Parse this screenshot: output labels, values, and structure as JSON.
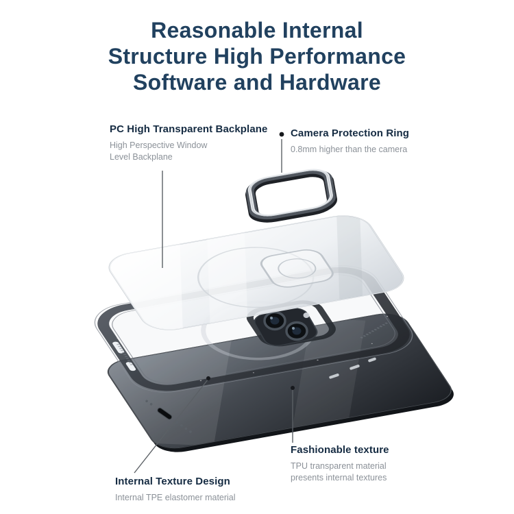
{
  "title": {
    "line1": "Reasonable Internal",
    "line2": "Structure High Performance",
    "line3": "Software and Hardware"
  },
  "annotations": {
    "backplane": {
      "heading": "PC High Transparent Backplane",
      "sub_line1": "High Perspective Window",
      "sub_line2": "Level Backplane"
    },
    "camera_ring": {
      "heading": "Camera Protection Ring",
      "sub": "0.8mm higher than the camera"
    },
    "fashionable": {
      "heading": "Fashionable texture",
      "sub_line1": "TPU transparent material",
      "sub_line2": "presents internal textures"
    },
    "internal": {
      "heading": "Internal Texture Design",
      "sub": "Internal TPE elastomer material"
    }
  },
  "colors": {
    "background": "#ffffff",
    "title_text": "#21415f",
    "heading_text": "#152b42",
    "sub_text": "#8b9198",
    "leader_line": "#5b6065",
    "leader_dot": "#17191d",
    "phone_dark": "#1b1e23",
    "case_dark": "#24272c",
    "glass_light": "#edf0f3"
  }
}
